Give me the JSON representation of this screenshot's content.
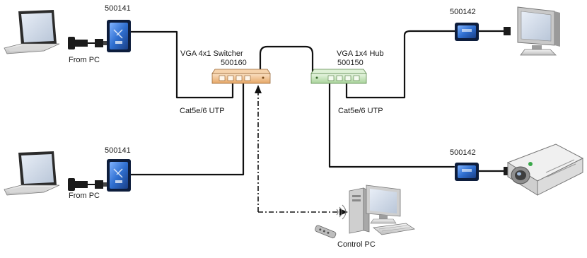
{
  "labels": {
    "adapter_tl": "500141",
    "adapter_bl": "500141",
    "adapter_tr": "500142",
    "adapter_br": "500142",
    "from_pc_top": "From PC",
    "from_pc_bottom": "From PC",
    "switcher_name": "VGA 4x1 Switcher",
    "switcher_code": "500160",
    "hub_name": "VGA 1x4 Hub",
    "hub_code": "500150",
    "cable_left": "Cat5e/6 UTP",
    "cable_right": "Cat5e/6 UTP",
    "control_pc": "Control PC"
  },
  "colors": {
    "adapter_blue": "#2f6fd0",
    "switcher_orange": "#f2c28f",
    "hub_green": "#cfe9c6",
    "cable": "#111111"
  },
  "icons": {
    "laptop": "laptop-icon",
    "monitor": "monitor-icon",
    "projector": "projector-icon",
    "desktop": "desktop-pc-icon",
    "remote": "remote-control-icon"
  }
}
